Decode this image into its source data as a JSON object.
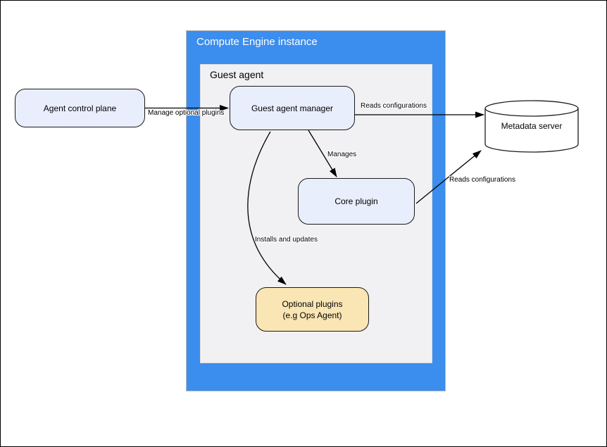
{
  "diagram": {
    "outer_container": {
      "title": "Compute Engine instance"
    },
    "inner_container": {
      "title": "Guest agent"
    },
    "nodes": {
      "agent_control_plane": {
        "label": "Agent control plane"
      },
      "guest_agent_manager": {
        "label": "Guest agent manager"
      },
      "core_plugin": {
        "label": "Core plugin"
      },
      "optional_plugins": {
        "label_line1": "Optional plugins",
        "label_line2": "(e.g  Ops Agent)"
      },
      "metadata_server": {
        "label": "Metadata server"
      }
    },
    "edges": {
      "manage_optional_plugins": {
        "label": "Manage optional plugins",
        "from": "agent_control_plane",
        "to": "guest_agent_manager"
      },
      "reads_configurations_manager": {
        "label": "Reads configurations",
        "from": "guest_agent_manager",
        "to": "metadata_server"
      },
      "manages": {
        "label": "Manages",
        "from": "guest_agent_manager",
        "to": "core_plugin"
      },
      "installs_and_updates": {
        "label": "Installs and updates",
        "from": "guest_agent_manager",
        "to": "optional_plugins"
      },
      "reads_configurations_core": {
        "label": "Reads configurations",
        "from": "core_plugin",
        "to": "metadata_server"
      }
    },
    "colors": {
      "container_blue": "#3B8DEE",
      "inner_gray": "#F1F1F3",
      "node_fill_blue": "#E8EEFB",
      "node_fill_yellow": "#FAE6B4",
      "node_stroke": "#1A1A1A",
      "arrow_color": "#000000",
      "outer_title_text": "#FFFFFF"
    }
  }
}
